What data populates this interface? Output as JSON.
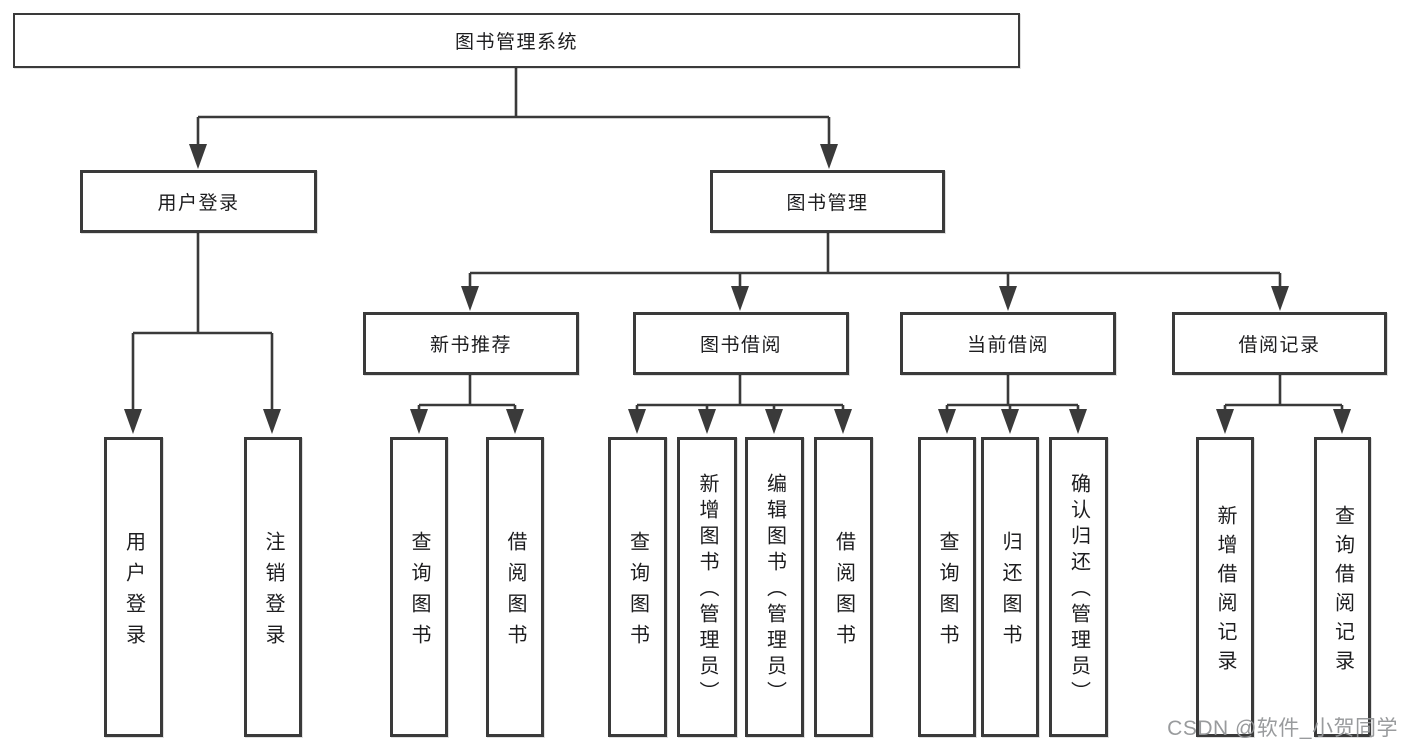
{
  "diagram": {
    "root": "图书管理系统",
    "level2": [
      "用户登录",
      "图书管理"
    ],
    "level3": [
      "新书推荐",
      "图书借阅",
      "当前借阅",
      "借阅记录"
    ],
    "leaves": [
      "用户登录",
      "注销登录",
      "查询图书",
      "借阅图书",
      "查询图书",
      "新增图书（管理员）",
      "编辑图书（管理员）",
      "借阅图书",
      "查询图书",
      "归还图书",
      "确认归还（管理员）",
      "新增借阅记录",
      "查询借阅记录"
    ]
  },
  "watermark": "CSDN @软件_小贺同学",
  "colors": {
    "line": "#3a3a3a",
    "box_border": "#3a3a3a",
    "box_background": "#ffffff",
    "text": "#1d1d1f",
    "watermark": "#949698",
    "page_background": "#ffffff"
  }
}
